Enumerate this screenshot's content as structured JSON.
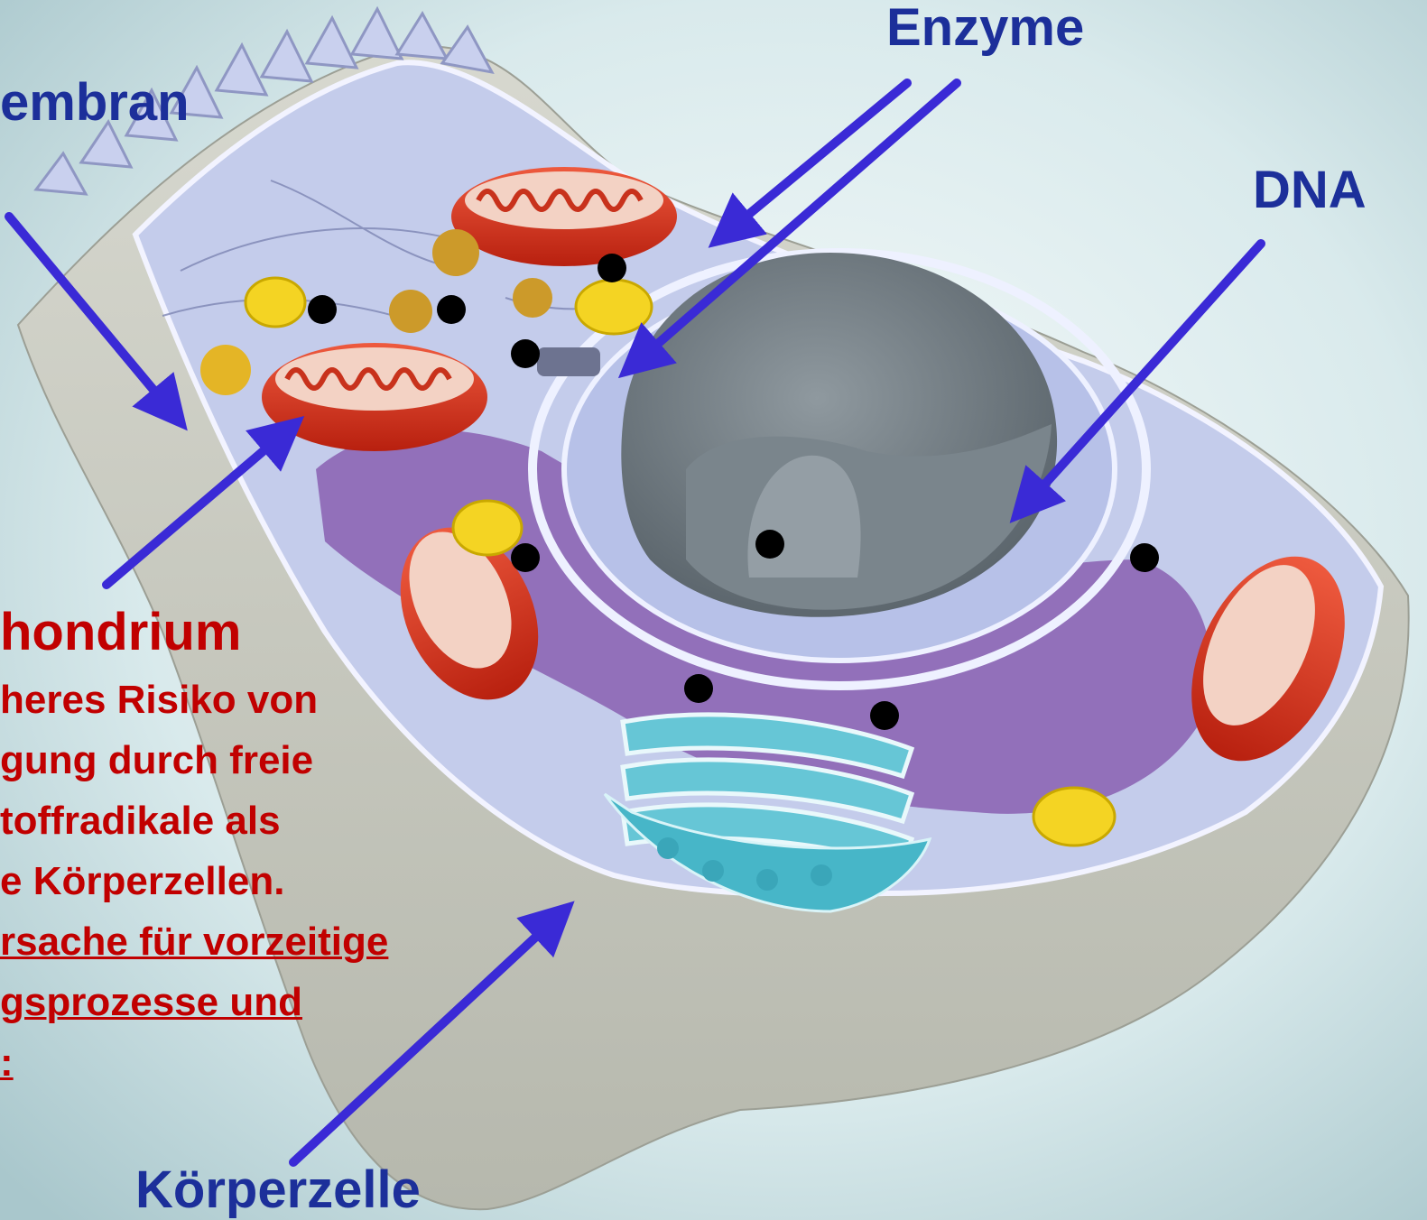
{
  "labels": {
    "membrane": "embran",
    "enzymes": "Enzyme",
    "dna": "DNA",
    "mitochondrium": "hondrium",
    "body_cell": "Körperzelle"
  },
  "note_lines": [
    "heres Risiko von",
    "gung durch freie",
    "toffradikale als",
    "e Körperzellen.",
    "rsache für vorzeitige",
    "gsprozesse und",
    ":"
  ],
  "colors": {
    "label_blue": "#1c2f9a",
    "arrow_blue": "#3a2ad6",
    "text_red": "#c10000"
  }
}
